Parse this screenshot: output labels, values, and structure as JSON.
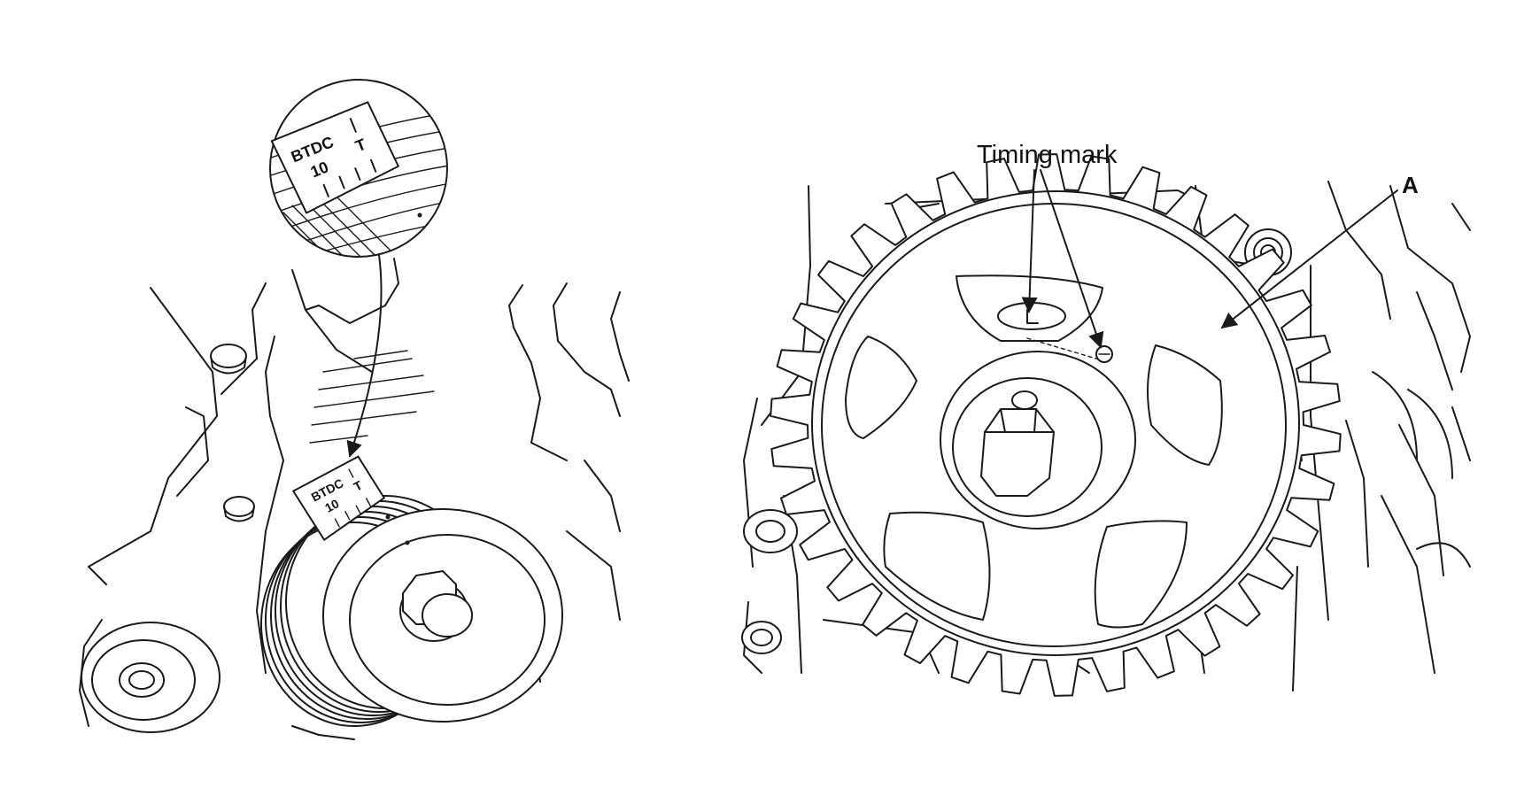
{
  "left_figure": {
    "tag_line1": "BTDC",
    "tag_line2": "10",
    "tag_mark": "T"
  },
  "right_figure": {
    "timing_mark_label": "Timing mark",
    "part_label": "A"
  },
  "colors": {
    "ink": "#1a1a1a",
    "background": "#ffffff"
  }
}
